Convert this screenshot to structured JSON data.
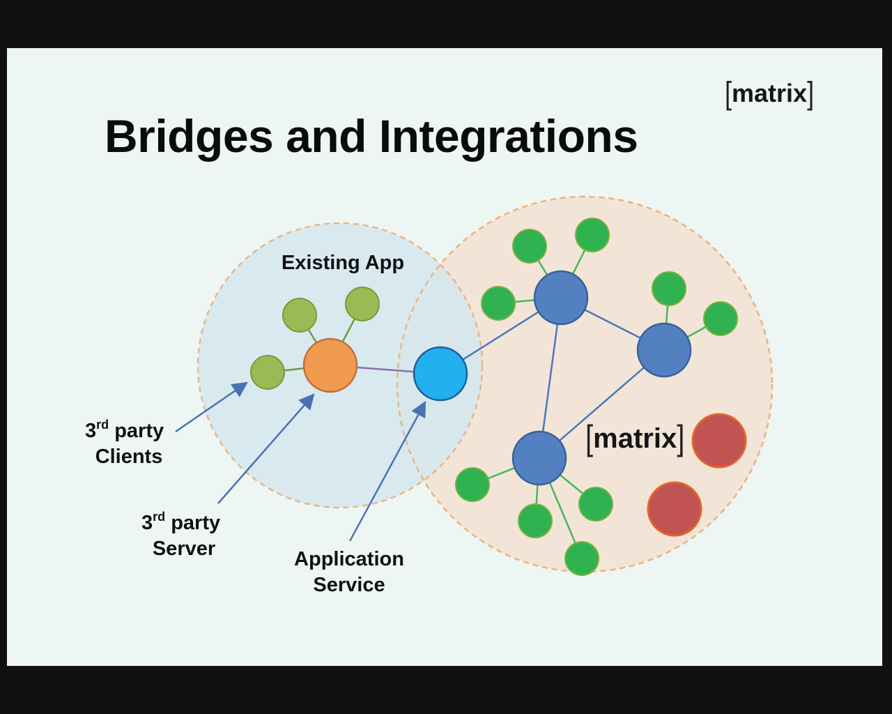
{
  "slide": {
    "title": "Bridges and Integrations",
    "logo_text": "matrix",
    "logo_bracket_left": "[",
    "logo_bracket_right": "]"
  },
  "diagram": {
    "existing_app_label": "Existing App",
    "clients_label": {
      "base": "3",
      "sup": "rd",
      "rest": " party",
      "line2": "Clients"
    },
    "server_label": {
      "base": "3",
      "sup": "rd",
      "rest": " party",
      "line2": "Server"
    },
    "app_service_label": {
      "line1": "Application",
      "line2": "Service"
    }
  },
  "colors": {
    "slide_bg": "#eef6f3",
    "existing_app_circle": "#d4e7ef",
    "matrix_circle": "#f2e5d8",
    "dash_outline": "#eab585",
    "client_node": "#9bba55",
    "server_node": "#ef9a4e",
    "app_service_node": "#22b0ee",
    "homeserver_node": "#5380c0",
    "matrix_client_node": "#2fb24f",
    "red_node": "#c25353",
    "arrow": "#4a72b0",
    "edge_blue": "#4a78b8",
    "edge_green": "#45b65a",
    "edge_purple": "#8a6fb0"
  }
}
